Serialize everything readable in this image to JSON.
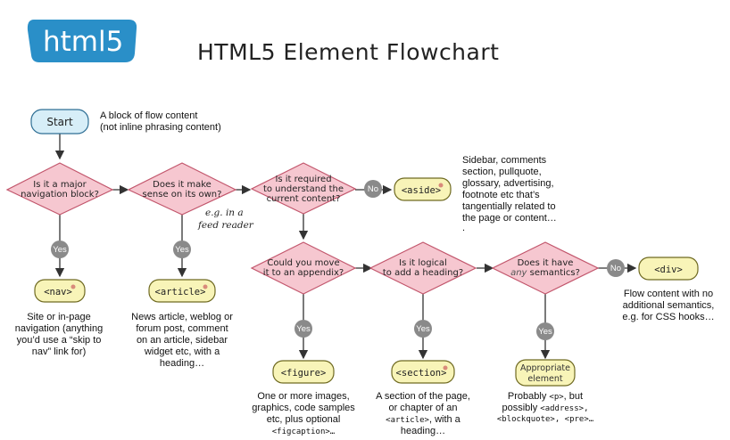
{
  "logo": {
    "text": "html5"
  },
  "title": "HTML5 Element Flowchart",
  "start": {
    "label": "Start",
    "note": [
      "A block of flow content",
      "(not inline phrasing content)"
    ]
  },
  "questions": {
    "q1": [
      "Is it a major",
      "navigation block?"
    ],
    "q2": [
      "Does it make",
      "sense on its own?"
    ],
    "q3": [
      "Is it required",
      "to understand the",
      "current content?"
    ],
    "q4": [
      "Could you move",
      "it to an appendix?"
    ],
    "q5": [
      "Is it logical",
      "to add a heading?"
    ],
    "q6": {
      "line1": "Does it have",
      "line2_italic": "any",
      "line2_rest": " semantics?"
    }
  },
  "answers": {
    "yes": "Yes",
    "no": "No"
  },
  "hand_note": [
    "e.g. in a",
    "feed reader"
  ],
  "elements": {
    "nav": "<nav>",
    "article": "<article>",
    "aside": "<aside>",
    "div": "<div>",
    "figure": "<figure>",
    "section": "<section>",
    "appropriate": [
      "Appropriate",
      "element"
    ]
  },
  "descriptions": {
    "nav": [
      "Site or in-page",
      "navigation (anything",
      "you’d use a “skip to",
      "nav” link for)"
    ],
    "article": [
      "News article, weblog or",
      "forum post, comment",
      "on an article, sidebar",
      "widget etc, with a",
      "heading…"
    ],
    "aside": [
      "Sidebar, comments",
      "section, pullquote,",
      "glossary, advertising,",
      "footnote etc that’s",
      "tangentially related to",
      "the page or content…",
      "."
    ],
    "div": [
      "Flow content with no",
      "additional semantics,",
      "e.g. for CSS hooks…"
    ],
    "figure": {
      "lines": [
        "One or more images,",
        "graphics, code samples",
        "etc, plus optional"
      ],
      "code": "<figcaption>…"
    },
    "section": {
      "line1": "A section of the page,",
      "line2": "or chapter of an",
      "line3_code": "<article>",
      "line3_rest": ", with a",
      "line4": "heading…"
    },
    "appropriate": {
      "line1_pre": "Probably ",
      "line1_code": "<p>",
      "line1_post": ", but",
      "line2_pre": "possibly ",
      "line2_code": "<address>,",
      "line3_code": "<blockquote>, <pre>…"
    }
  },
  "colors": {
    "logo": "#2a8fc8",
    "diamond_fill": "#f6c7d0",
    "diamond_stroke": "#c2566c",
    "element_fill": "#f8f4b8",
    "start_fill": "#d7eef8",
    "connector_circle": "#8a8a8a"
  }
}
